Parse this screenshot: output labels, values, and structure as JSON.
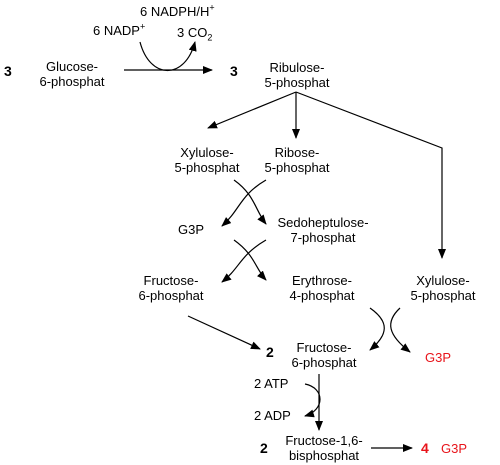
{
  "colors": {
    "text": "#000000",
    "highlight": "#e8141b"
  },
  "cofactors": {
    "nadp_in": "6 NADP",
    "nadp_in_sup": "+",
    "nadph_out": "6 NADPH/H",
    "nadph_out_sup": "+",
    "co2_out": "3 CO",
    "co2_out_sub": "2",
    "atp_in": "2 ATP",
    "adp_out": "2 ADP"
  },
  "nodes": {
    "glucose6p": {
      "coef": "3",
      "line1": "Glucose-",
      "line2": "6-phosphat"
    },
    "ribulose5p": {
      "coef": "3",
      "line1": "Ribulose-",
      "line2": "5-phosphat"
    },
    "xylulose5p_a": {
      "line1": "Xylulose-",
      "line2": "5-phosphat"
    },
    "ribose5p": {
      "line1": "Ribose-",
      "line2": "5-phosphat"
    },
    "g3p_mid": {
      "line1": "G3P"
    },
    "sedoheptulose7p": {
      "line1": "Sedoheptulose-",
      "line2": "7-phosphat"
    },
    "fructose6p_a": {
      "line1": "Fructose-",
      "line2": "6-phosphat"
    },
    "erythrose4p": {
      "line1": "Erythrose-",
      "line2": "4-phosphat"
    },
    "xylulose5p_b": {
      "line1": "Xylulose-",
      "line2": "5-phosphat"
    },
    "fructose6p_b": {
      "coef": "2",
      "line1": "Fructose-",
      "line2": "6-phosphat"
    },
    "g3p_side": {
      "line1": "G3P"
    },
    "fructose16bp": {
      "coef": "2",
      "line1": "Fructose-1,6-",
      "line2": "bisphosphat"
    },
    "g3p_final": {
      "coef": "4",
      "line1": "G3P"
    }
  }
}
